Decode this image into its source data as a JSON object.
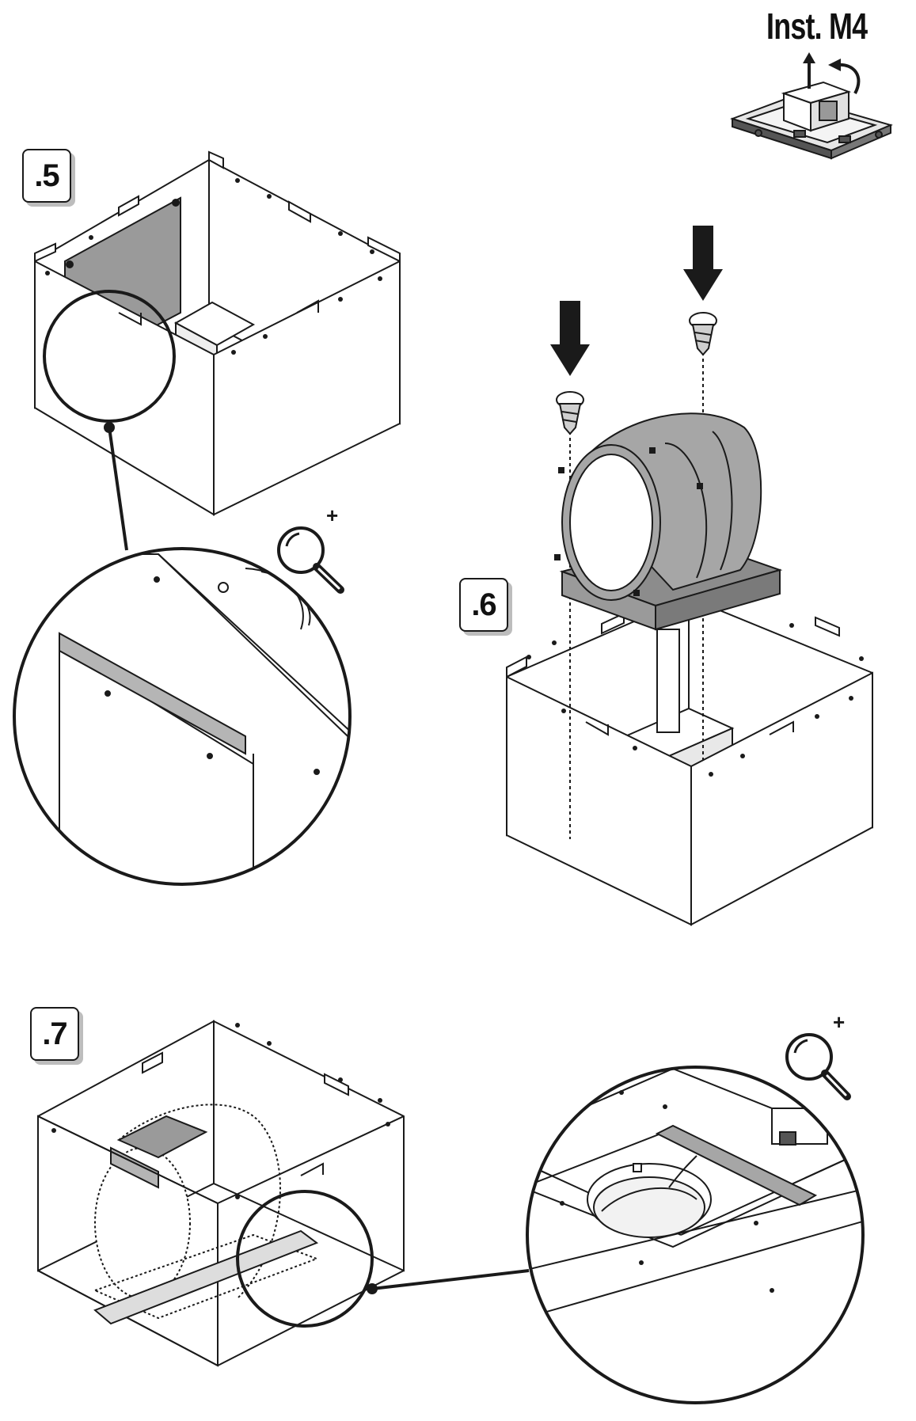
{
  "reference_label": "Inst. M4",
  "steps": [
    {
      "number": ".5"
    },
    {
      "number": ".6"
    },
    {
      "number": ".7"
    }
  ],
  "zoom_icons": [
    {
      "symbol": "+"
    },
    {
      "symbol": "+"
    }
  ],
  "colors": {
    "line": "#1a1a1a",
    "panel_gray": "#9a9a9a",
    "motor_gray": "#a6a6a6",
    "plate_gray": "#8c8c8c",
    "seal_gray": "#b5b5b5",
    "badge_shadow": "#bdbdbd"
  },
  "icons": [
    "down-arrow-icon",
    "screw-icon",
    "magnifier-zoom-icon",
    "curved-arrow-icon",
    "up-arrow-icon"
  ]
}
